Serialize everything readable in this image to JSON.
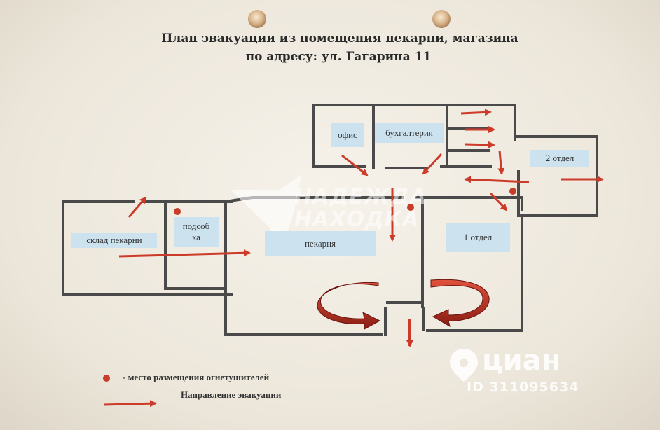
{
  "title": {
    "line1": "План эвакуации из помещения пекарни, магазина",
    "line2": "по адресу: ул. Гагарина 11"
  },
  "rooms": {
    "office": "офис",
    "accounting": "бухгалтерия",
    "dept2": "2 отдел",
    "warehouse": "склад пекарни",
    "utility_line1": "подсоб",
    "utility_line2": "ка",
    "bakery": "пекарня",
    "dept1": "1 отдел"
  },
  "legend": {
    "extinguisher": "- место размещения огнетушителей",
    "evacuation": "Направление эвакуации"
  },
  "colors": {
    "wall": "#4a4a4a",
    "arrow": "#cc3a2a",
    "extinguisher": "#c63d2b",
    "label_bg": "#cde2ef"
  },
  "watermarks": {
    "nadezhda_line1": "НАДЕЖДА",
    "nadezhda_line2": "НАХОДКА",
    "cian": "циан",
    "cian_id": "ID 311095634"
  }
}
